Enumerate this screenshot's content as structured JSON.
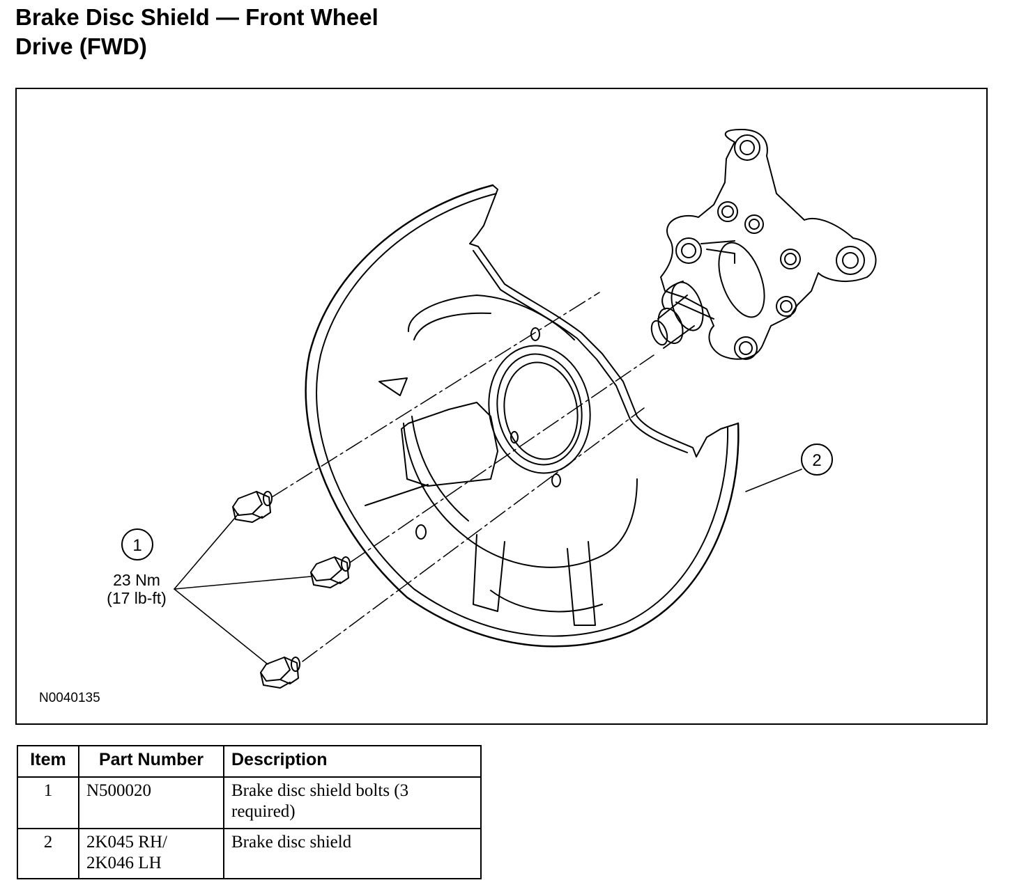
{
  "title": {
    "line1": "Brake Disc Shield — Front Wheel",
    "line2": "Drive (FWD)"
  },
  "figure": {
    "id": "N0040135",
    "callouts": [
      "1",
      "2"
    ],
    "torque": {
      "line1": "23 Nm",
      "line2": "(17 lb-ft)"
    }
  },
  "table": {
    "headers": {
      "item": "Item",
      "part_number": "Part Number",
      "description": "Description"
    },
    "rows": [
      {
        "item": "1",
        "part_number": "N500020",
        "description": "Brake disc shield bolts (3 required)"
      },
      {
        "item": "2",
        "part_number": "2K045 RH/ 2K046 LH",
        "description": "Brake disc shield"
      }
    ]
  }
}
